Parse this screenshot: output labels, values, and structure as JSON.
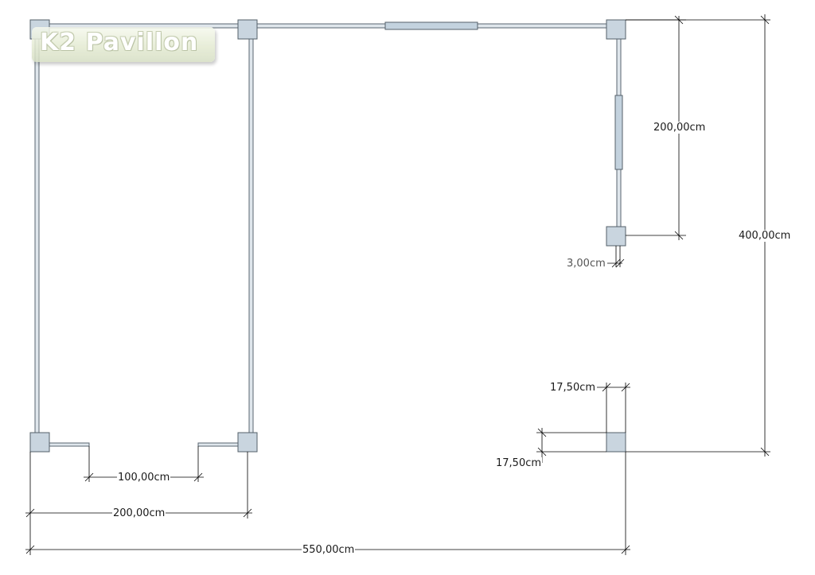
{
  "logo": {
    "text": "K2 Pavillon"
  },
  "dimensions": {
    "side_height": "200,00cm",
    "total_height": "400,00cm",
    "wall_thickness": "3,00cm",
    "post_width": "17,50cm",
    "post_depth": "17,50cm",
    "door_width": "100,00cm",
    "room_width": "200,00cm",
    "total_width": "550,00cm"
  },
  "colors": {
    "post_fill": "#c9d5df",
    "post_stroke": "#54606a",
    "wall_fill": "#dfe6ec",
    "window_fill": "#c3d2de",
    "dimension_line": "#000000"
  }
}
